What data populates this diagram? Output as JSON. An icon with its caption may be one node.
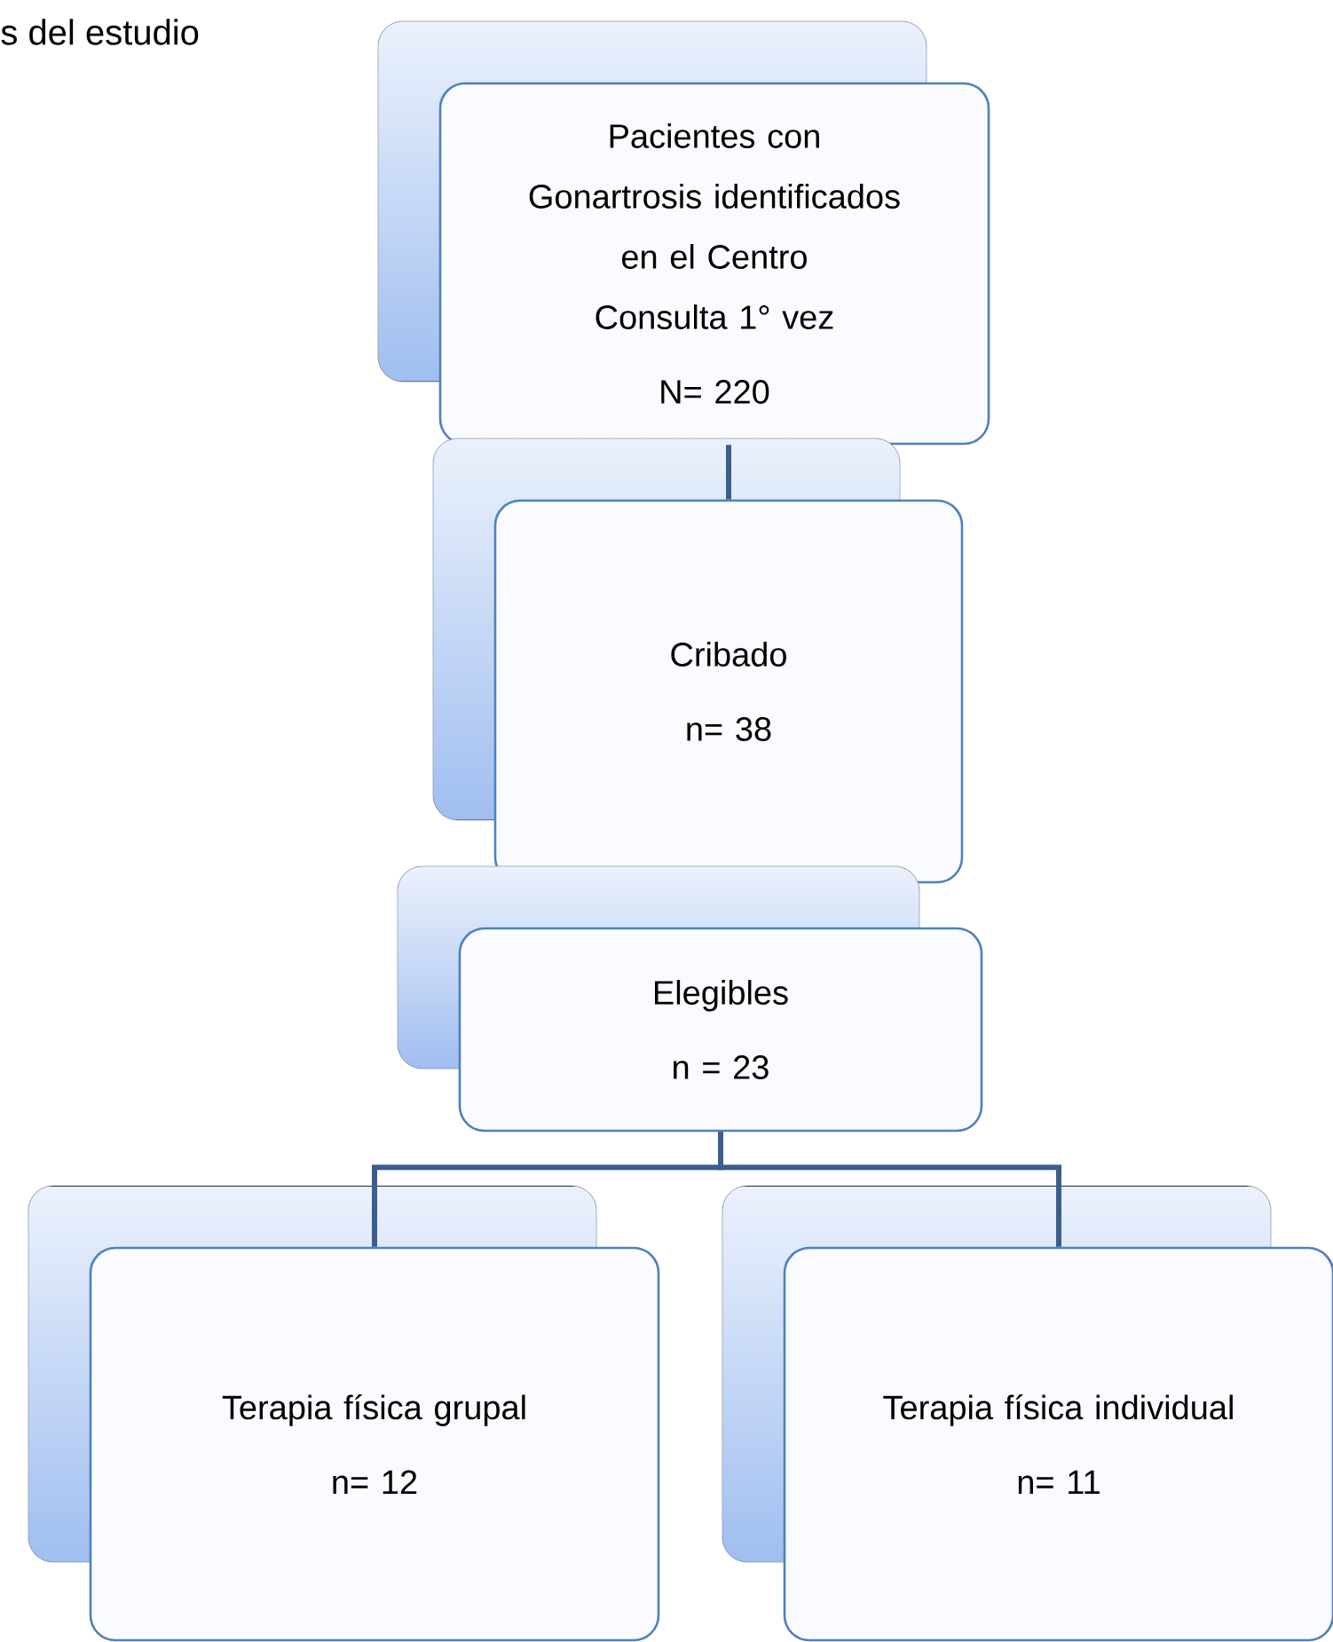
{
  "diagram": {
    "nodes": [
      {
        "text": [
          "Pacientes con Gonartrosis identificados en el Centro Consulta 1° vez",
          "N= 220"
        ]
      },
      {
        "text": [
          "Cribado",
          "n= 38"
        ]
      },
      {
        "text": [
          "Elegibles",
          "n = 23"
        ]
      },
      {
        "text": [
          "Terapia física grupal",
          "n= 12"
        ]
      },
      {
        "text": [
          "Terapia física individual",
          "n= 11"
        ]
      }
    ],
    "edges": [
      {
        "from": 0,
        "to": 1,
        "arrow": "none"
      },
      {
        "from": 2,
        "to": 3,
        "arrow": "none"
      },
      {
        "from": 2,
        "to": 4,
        "arrow": "none"
      }
    ],
    "labels": [
      "s del estudio"
    ]
  }
}
